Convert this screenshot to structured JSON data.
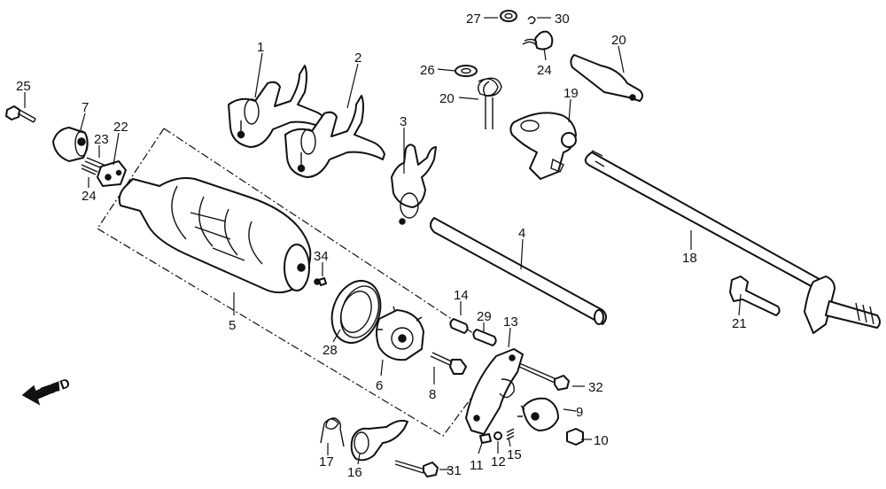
{
  "diagram": {
    "direction_label": "FWD",
    "callouts": [
      "1",
      "2",
      "3",
      "4",
      "5",
      "6",
      "7",
      "8",
      "9",
      "10",
      "11",
      "12",
      "13",
      "14",
      "15",
      "16",
      "17",
      "18",
      "19",
      "20",
      "21",
      "22",
      "23",
      "24",
      "24",
      "25",
      "26",
      "27",
      "28",
      "29",
      "30",
      "31",
      "32",
      "33",
      "34"
    ]
  }
}
